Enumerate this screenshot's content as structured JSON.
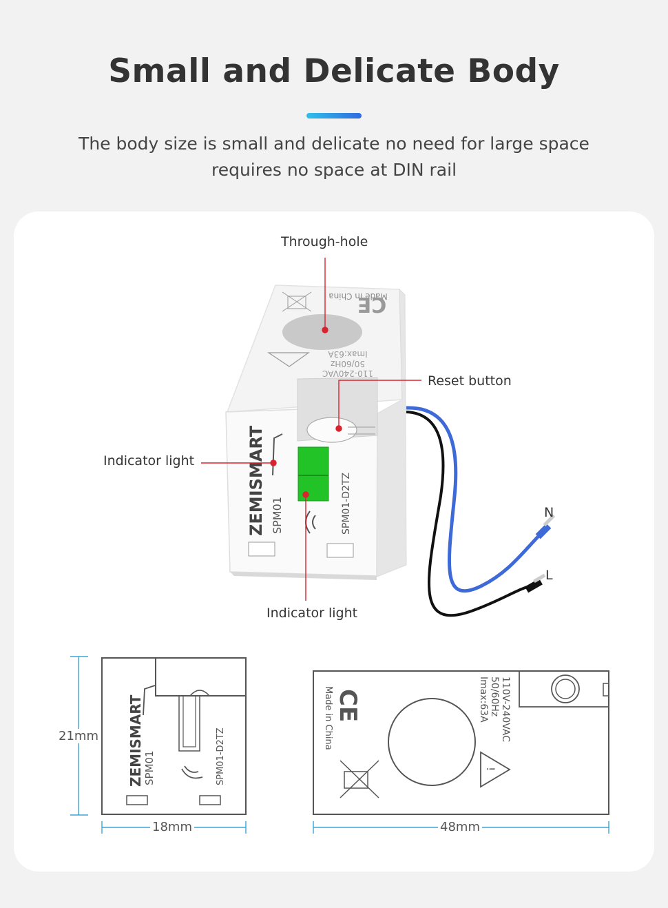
{
  "header": {
    "title": "Small and Delicate Body",
    "subtitle_line1": "The body size is small and delicate no need for large space",
    "subtitle_line2": "requires no space at DIN rail"
  },
  "product_view": {
    "callouts": {
      "through_hole": "Through-hole",
      "reset_button": "Reset button",
      "indicator_light_left": "Indicator light",
      "indicator_light_bottom": "Indicator light",
      "wire_n": "N",
      "wire_l": "L"
    },
    "body_print": {
      "brand": "ZEMISMART",
      "model": "SPM01",
      "model_full": "SPM01-D2TZ",
      "made_in": "Made in China",
      "voltage": "110-240VAC",
      "frequency": "50/60Hz",
      "current": "Imax:63A"
    }
  },
  "dimension_drawings": {
    "front": {
      "height_label": "21mm",
      "width_label": "18mm",
      "brand": "ZEMISMART",
      "model": "SPM01",
      "model_full": "SPM01-D2TZ"
    },
    "top": {
      "width_label": "48mm",
      "made_in": "Made in China",
      "voltage": "110V-240VAC",
      "frequency": "50/60Hz",
      "current": "Imax:63A"
    }
  },
  "colors": {
    "background": "#f2f2f2",
    "card": "#ffffff",
    "accent_start": "#2fc0ea",
    "accent_end": "#2f6be0",
    "callout_line": "#d9232e",
    "indicator_green": "#22c327",
    "wire_blue": "#3d6ad6",
    "dimension_line": "#3aa6d6"
  }
}
